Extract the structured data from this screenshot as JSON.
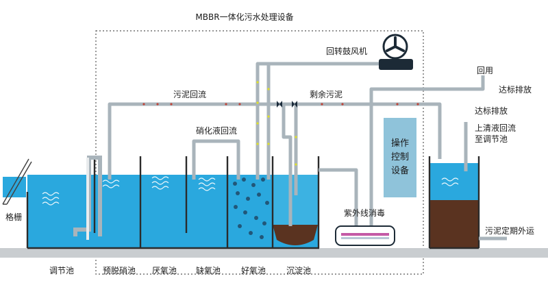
{
  "title": "MBBR一体化污水处理设备",
  "labels": {
    "blower": "回转鼓风机",
    "sludge_return": "污泥回流",
    "excess_sludge": "剩余污泥",
    "nitrate_return": "硝化液回流",
    "reuse": "回用",
    "discharge_top": "达标排放",
    "discharge_right": "达标排放",
    "supernatant_line1": "上清液回流",
    "supernatant_line2": "至调节池",
    "uv": "紫外线消毒",
    "grille": "格栅",
    "sludge_out": "污泥定期外运",
    "control": [
      "操作",
      "控制",
      "设备"
    ]
  },
  "tanks": [
    "调节池",
    "预脱硝池",
    "厌氧池",
    "缺氧池",
    "好氧池",
    "沉淀池"
  ],
  "colors": {
    "water": "#2aa8de",
    "water_light": "#5ec4ec",
    "pipe": "#a9b4bb",
    "tank_wall": "#2b2b2b",
    "sludge": "#5a3320",
    "control_panel": "#8fc3da",
    "return_dots": "#c0453a",
    "air_dots": "#e0e02a"
  }
}
